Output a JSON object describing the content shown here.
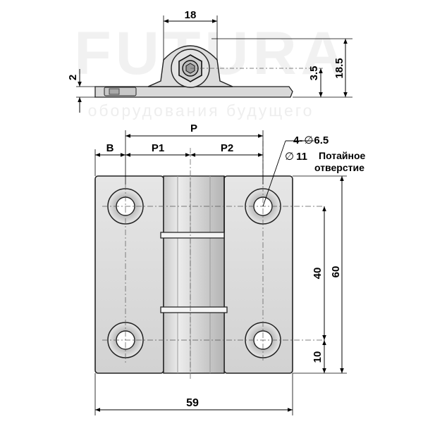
{
  "watermark": {
    "brand": "FUTURA",
    "tagline": "оборудования будущего"
  },
  "side_view": {
    "dim_width": "18",
    "dim_height": "18.5",
    "dim_offset": "3.5",
    "dim_thickness": "2"
  },
  "front_view": {
    "dim_b": "B",
    "dim_p": "P",
    "dim_p1": "P1",
    "dim_p2": "P2",
    "dim_overall_width": "59",
    "dim_overall_height": "60",
    "dim_hole_spacing": "40",
    "dim_hole_edge": "10",
    "hole_callout_count": "4-",
    "hole_callout_diameter_symbol": "∅",
    "hole_callout_diameter": "6.5",
    "countersink_symbol": "∅",
    "countersink_diameter": "11",
    "countersink_label_line1": "Потайное",
    "countersink_label_line2": "отверстие"
  },
  "colors": {
    "plate_fill": "#dedede",
    "plate_stroke": "#2a2a2a",
    "knuckle_light": "#e4e4e4",
    "knuckle_dark": "#b8b8b8",
    "line": "#000000",
    "centerline": "#555555"
  }
}
